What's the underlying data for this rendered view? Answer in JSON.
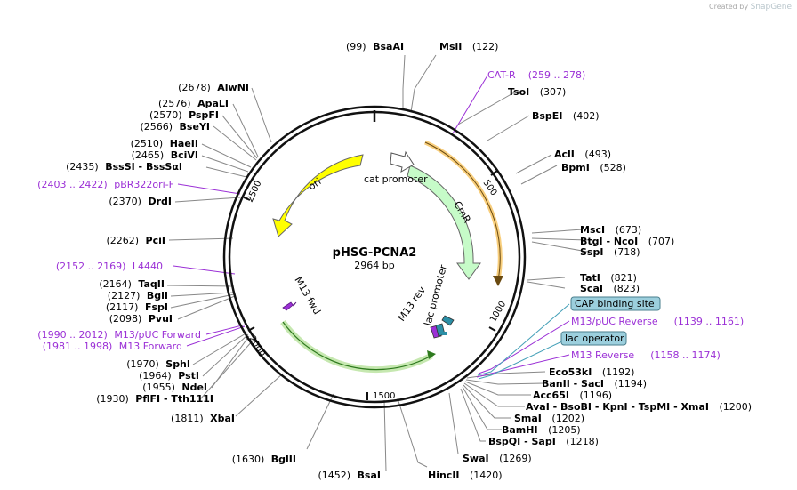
{
  "watermark": {
    "text": "Created by",
    "brand": "SnapGene"
  },
  "plasmid": {
    "name": "pHSG-PCNA2",
    "length_label": "2964 bp",
    "length": 2964
  },
  "ticks": [
    "500",
    "1000",
    "1500",
    "2000",
    "2500"
  ],
  "features": [
    {
      "label": "cat promoter"
    },
    {
      "label": "CmR"
    },
    {
      "label": "ori"
    },
    {
      "label": "M13 fwd"
    },
    {
      "label": "M13 rev"
    },
    {
      "label": "lac promoter"
    }
  ],
  "sites": [
    {
      "pos": "(99)",
      "name": "BsaAI"
    },
    {
      "pos": "(122)",
      "name": "MslI"
    },
    {
      "pos": "(307)",
      "name": "TsoI"
    },
    {
      "pos": "(402)",
      "name": "BspEI"
    },
    {
      "pos": "(493)",
      "name": "AclI"
    },
    {
      "pos": "(528)",
      "name": "BpmI"
    },
    {
      "pos": "(673)",
      "name": "MscI"
    },
    {
      "pos": "(707)",
      "name": "BtgI  - NcoI"
    },
    {
      "pos": "(718)",
      "name": "SspI"
    },
    {
      "pos": "(821)",
      "name": "TatI"
    },
    {
      "pos": "(823)",
      "name": "ScaI"
    },
    {
      "pos": "(1192)",
      "name": "Eco53kI"
    },
    {
      "pos": "(1194)",
      "name": "BanII  - SacI"
    },
    {
      "pos": "(1196)",
      "name": "Acc65I"
    },
    {
      "pos": "(1200)",
      "name": "AvaI  - BsoBI  - KpnI  - TspMI  - XmaI"
    },
    {
      "pos": "(1202)",
      "name": "SmaI"
    },
    {
      "pos": "(1205)",
      "name": "BamHI"
    },
    {
      "pos": "(1218)",
      "name": "BspQI  - SapI"
    },
    {
      "pos": "(1269)",
      "name": "SwaI"
    },
    {
      "pos": "(1420)",
      "name": "HincII"
    },
    {
      "pos": "(1452)",
      "name": "BsaI"
    },
    {
      "pos": "(1630)",
      "name": "BglII"
    },
    {
      "pos": "(1811)",
      "name": "XbaI"
    },
    {
      "pos": "(1930)",
      "name": "PflFI  - Tth111I"
    },
    {
      "pos": "(1955)",
      "name": "NdeI"
    },
    {
      "pos": "(1964)",
      "name": "PstI"
    },
    {
      "pos": "(1970)",
      "name": "SphI"
    },
    {
      "pos": "(2098)",
      "name": "PvuI"
    },
    {
      "pos": "(2117)",
      "name": "FspI"
    },
    {
      "pos": "(2127)",
      "name": "BglI"
    },
    {
      "pos": "(2164)",
      "name": "TaqII"
    },
    {
      "pos": "(2262)",
      "name": "PciI"
    },
    {
      "pos": "(2370)",
      "name": "DrdI"
    },
    {
      "pos": "(2435)",
      "name": "BssSI  - BssSαI"
    },
    {
      "pos": "(2465)",
      "name": "BciVI"
    },
    {
      "pos": "(2510)",
      "name": "HaeII"
    },
    {
      "pos": "(2566)",
      "name": "BseYI"
    },
    {
      "pos": "(2570)",
      "name": "PspFI"
    },
    {
      "pos": "(2576)",
      "name": "ApaLI"
    },
    {
      "pos": "(2678)",
      "name": "AlwNI"
    }
  ],
  "primers": [
    {
      "name": "CAT-R",
      "range": "(259 .. 278)"
    },
    {
      "name": "M13/pUC Reverse",
      "range": "(1139 .. 1161)"
    },
    {
      "name": "M13 Reverse",
      "range": "(1158 .. 1174)"
    },
    {
      "name": "M13/pUC Forward",
      "range": "(1990 .. 2012)"
    },
    {
      "name": "M13 Forward",
      "range": "(1981 .. 1998)"
    },
    {
      "name": "L4440",
      "range": "(2152 .. 2169)"
    },
    {
      "name": "pBR322ori-F",
      "range": "(2403 .. 2422)"
    }
  ],
  "boxed": [
    {
      "label": "CAP binding site"
    },
    {
      "label": "lac operator"
    }
  ],
  "colors": {
    "ori": "#ffff00",
    "cmr": "#c6fbc8",
    "cat_promoter": "#ffffff",
    "primer": "#9b30d6",
    "box": "#9ccfdd"
  }
}
